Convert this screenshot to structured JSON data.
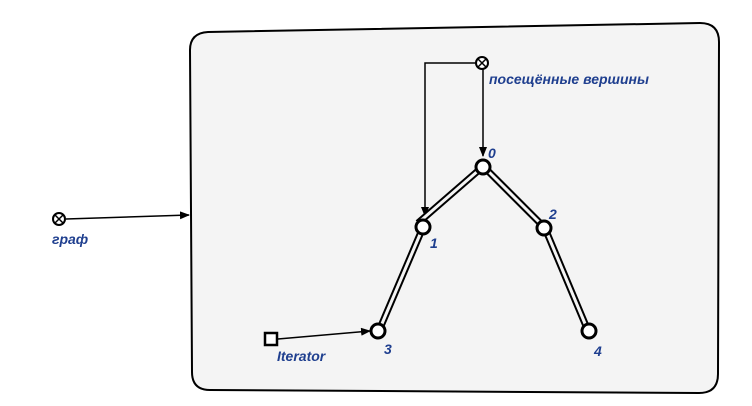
{
  "nodes": {
    "graph": {
      "label": "граф"
    },
    "visited": {
      "label": "посещённые вершины"
    },
    "iterator": {
      "label": "Iterator"
    },
    "v0": {
      "label": "0"
    },
    "v1": {
      "label": "1"
    },
    "v2": {
      "label": "2"
    },
    "v3": {
      "label": "3"
    },
    "v4": {
      "label": "4"
    }
  },
  "colors": {
    "label": "#1f3f8f",
    "stroke": "#000000",
    "frame_fill": "#f4f4f4"
  }
}
